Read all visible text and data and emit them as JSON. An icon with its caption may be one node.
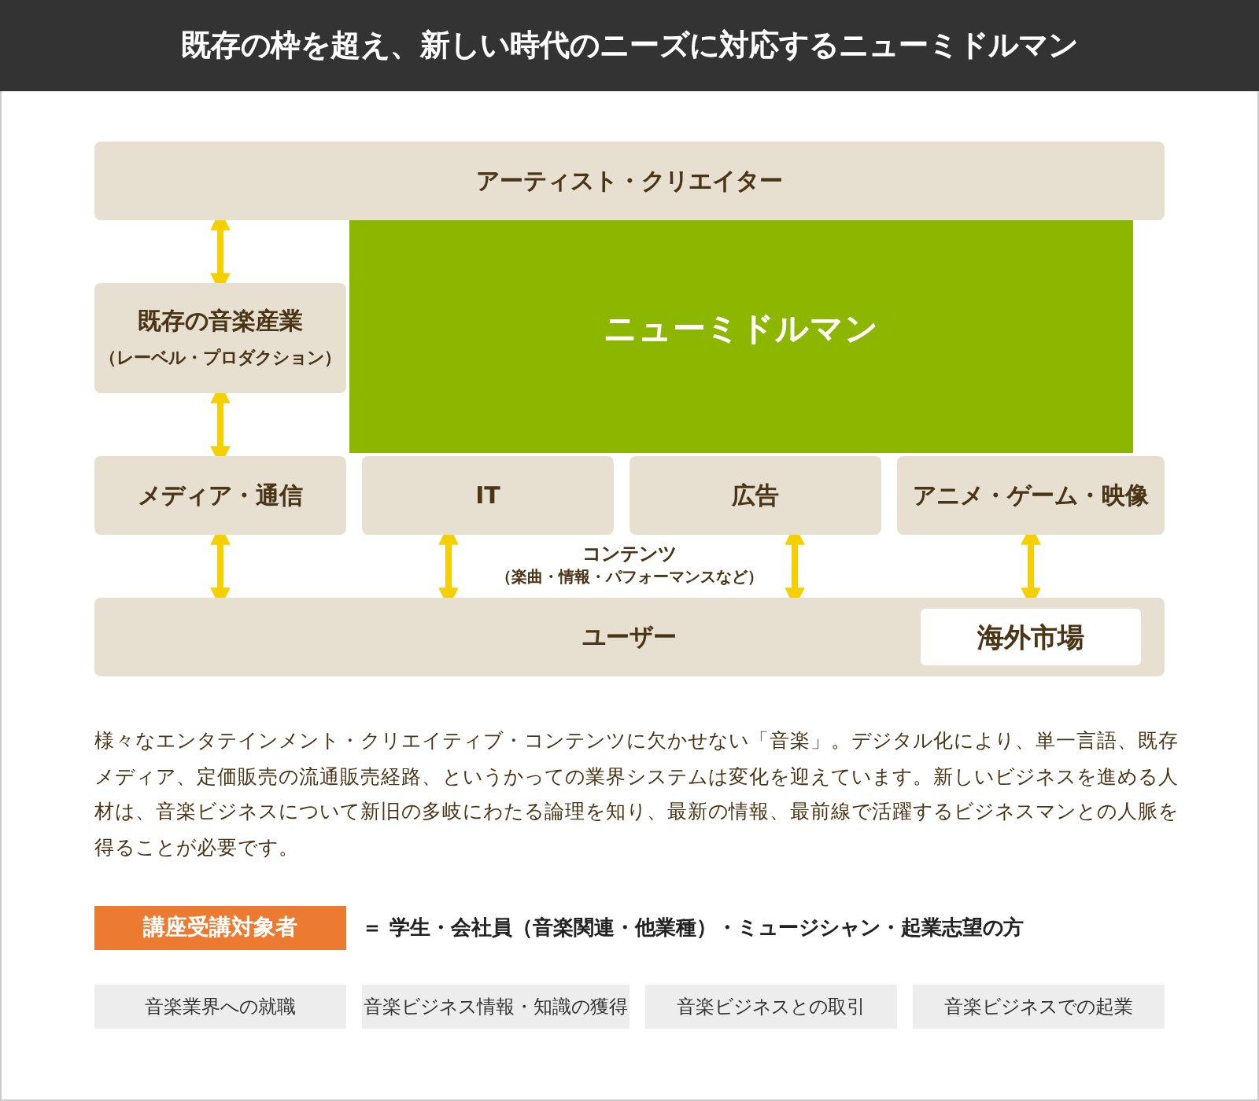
{
  "diagram": {
    "title": "既存の枠を超え、新しい時代のニーズに対応するニューミドルマン",
    "nodes": [
      {
        "text": [
          "アーティスト・クリエイター"
        ]
      },
      {
        "text": [
          "ニューミドルマン"
        ]
      },
      {
        "text": [
          "既存の音楽産業",
          "（レーベル・プロダクション）"
        ]
      },
      {
        "text": [
          "メディア・通信"
        ]
      },
      {
        "text": [
          "IT"
        ]
      },
      {
        "text": [
          "広告"
        ]
      },
      {
        "text": [
          "アニメ・ゲーム・映像"
        ]
      },
      {
        "text": [
          "ユーザー"
        ]
      },
      {
        "text": [
          "海外市場"
        ],
        "in": 7
      },
      {
        "text": [
          "講座受講対象者"
        ],
        "beside": [
          "＝ 学生・会社員（音楽関連・他業種）・ミュージシャン・起業志望の方"
        ]
      },
      {
        "text": [
          "音楽業界への就職"
        ]
      },
      {
        "text": [
          "音楽ビジネス情報・知識の獲得"
        ]
      },
      {
        "text": [
          "音楽ビジネスとの取引"
        ]
      },
      {
        "text": [
          "音楽ビジネスでの起業"
        ]
      }
    ],
    "edges": [
      {
        "from": 0,
        "to": 2,
        "arrow": "both"
      },
      {
        "from": 2,
        "to": 3,
        "arrow": "both"
      },
      {
        "from": 3,
        "to": 7,
        "arrow": "both"
      },
      {
        "from": 4,
        "to": 7,
        "arrow": "both"
      },
      {
        "from": 5,
        "to": 7,
        "arrow": "both"
      },
      {
        "from": 6,
        "to": 7,
        "arrow": "both"
      }
    ],
    "labels": [
      "コンテンツ",
      "（楽曲・情報・パフォーマンスなど）",
      "様々なエンタテインメント・クリエイティブ・コンテンツに欠かせない「音楽」。デジタル化により、単一言語、既存メディア、定価販売の流通販売経路、というかっての業界システムは変化を迎えています。新しいビジネスを進める人材は、音楽ビジネスについて新旧の多岐にわたる論理を知り、最新の情報、最前線で活躍するビジネスマンとの人脈を得ることが必要です。"
    ]
  }
}
